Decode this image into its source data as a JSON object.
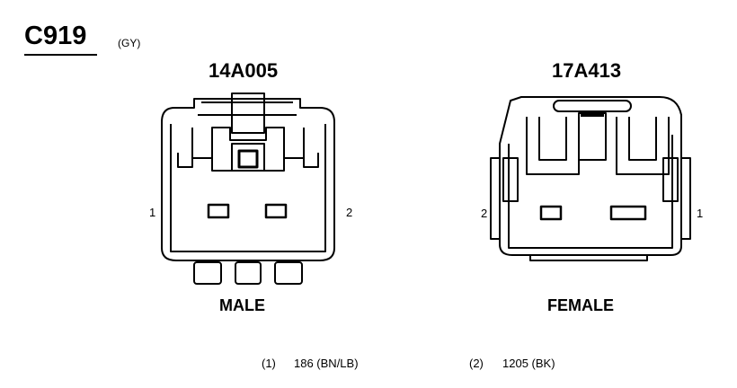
{
  "connector": {
    "id": "C919",
    "color_code": "(GY)"
  },
  "male": {
    "part_number": "14A005",
    "label": "MALE",
    "pin_left": "1",
    "pin_right": "2"
  },
  "female": {
    "part_number": "17A413",
    "label": "FEMALE",
    "pin_left": "2",
    "pin_right": "1"
  },
  "circuits": [
    {
      "pin": "(1)",
      "circuit": "186 (BN/LB)"
    },
    {
      "pin": "(2)",
      "circuit": "1205 (BK)"
    }
  ]
}
